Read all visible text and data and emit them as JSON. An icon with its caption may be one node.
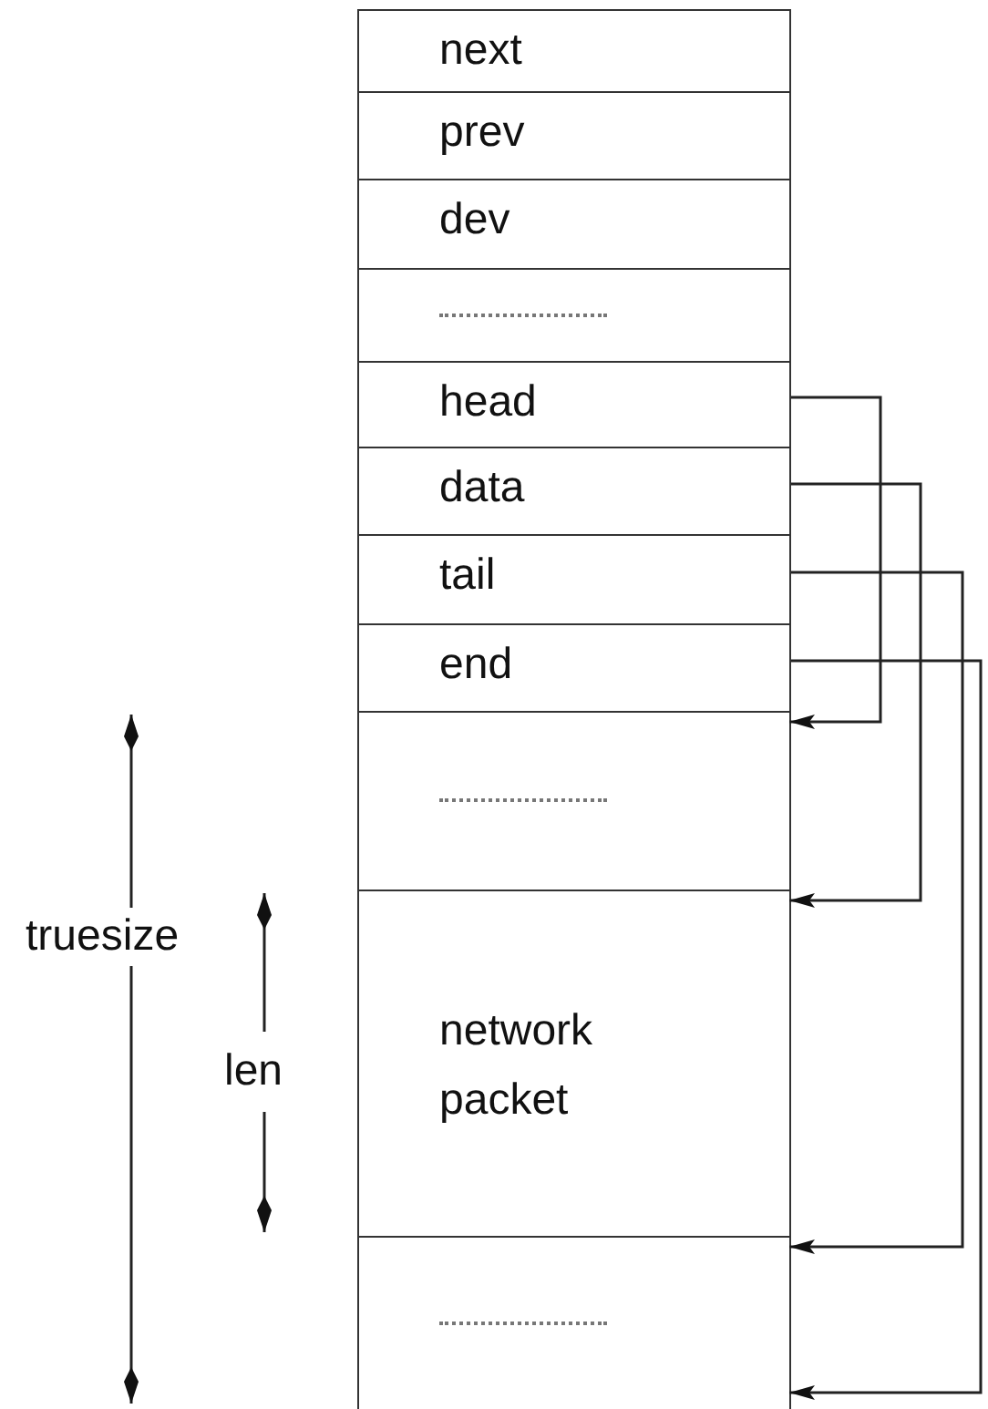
{
  "diagram": {
    "nodes": [
      {
        "text": [
          "next"
        ]
      },
      {
        "text": [
          "prev"
        ]
      },
      {
        "text": [
          "dev"
        ]
      },
      {
        "text": [],
        "shape": "box"
      },
      {
        "text": [
          "head"
        ]
      },
      {
        "text": [
          "data"
        ]
      },
      {
        "text": [
          "tail"
        ]
      },
      {
        "text": [
          "end"
        ]
      },
      {
        "text": [],
        "shape": "box"
      },
      {
        "text": [
          "network packet"
        ]
      },
      {
        "text": [],
        "shape": "box"
      }
    ],
    "edges": [
      {
        "from": 4,
        "to": 8,
        "arrow": "to"
      },
      {
        "from": 5,
        "to": 9,
        "arrow": "to"
      },
      {
        "from": 6,
        "to": 10,
        "arrow": "to"
      },
      {
        "from": 7,
        "to": 10,
        "arrow": "to"
      }
    ],
    "labels": [
      "truesize",
      "len"
    ]
  }
}
